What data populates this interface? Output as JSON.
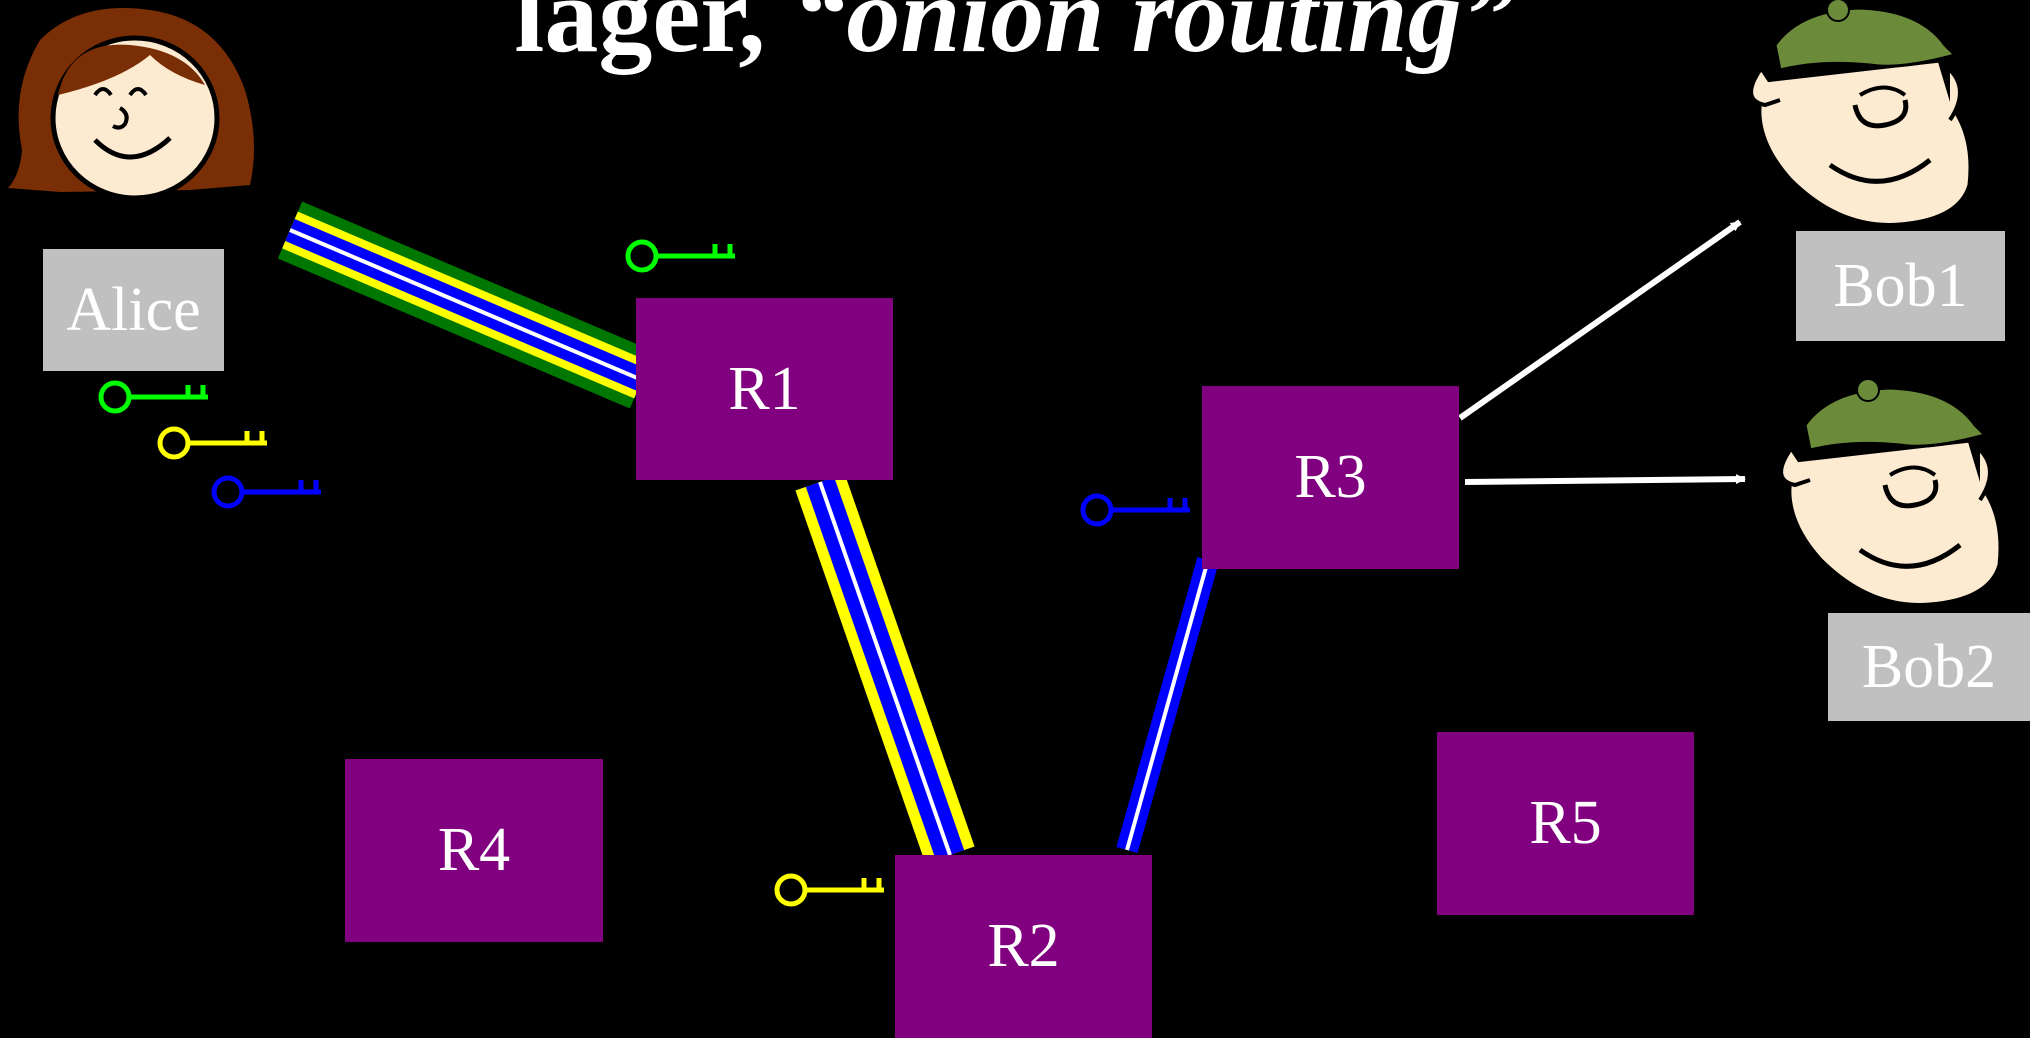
{
  "title": {
    "prefix": "lager, ",
    "italic": "“onion routing”"
  },
  "people": {
    "alice": "Alice",
    "bob1": "Bob1",
    "bob2": "Bob2"
  },
  "routers": {
    "r1": "R1",
    "r2": "R2",
    "r3": "R3",
    "r4": "R4",
    "r5": "R5"
  },
  "colors": {
    "background": "#000000",
    "router": "#800080",
    "name_box": "#c0c0c0",
    "layer_green": "#00ff00",
    "layer_dark_green": "#007700",
    "layer_yellow": "#ffff00",
    "layer_blue": "#0000ff",
    "message": "#ffffff"
  },
  "keys": [
    "green-key",
    "yellow-key",
    "blue-key"
  ]
}
